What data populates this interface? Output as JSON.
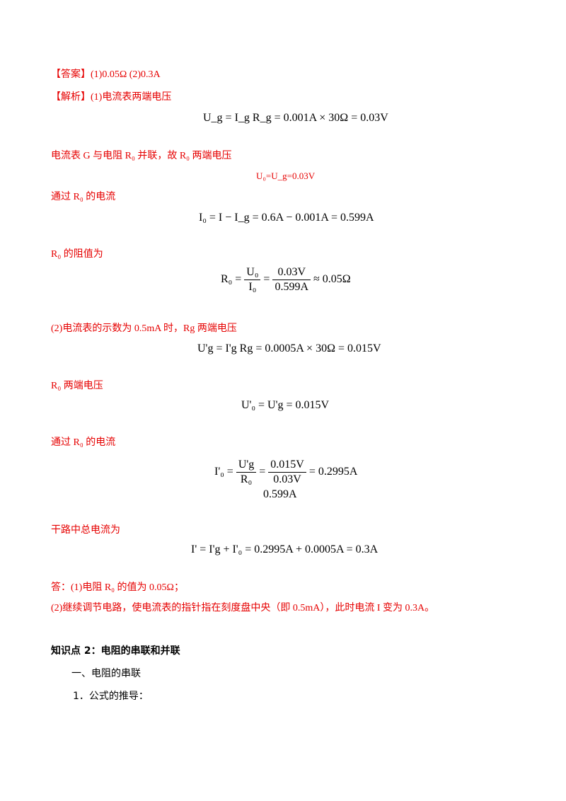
{
  "answer_line": "【答案】(1)0.05Ω (2)0.3A",
  "analysis_line": "【解析】(1)电流表两端电压",
  "eq1": "U_g = I_g R_g = 0.001A × 30Ω = 0.03V",
  "text2": "电流表 G 与电阻 R₀ 并联，故 R₀ 两端电压",
  "eq2": "U₀=U_g=0.03V",
  "text3": "通过 R₀ 的电流",
  "eq3": "I₀ = I − I_g = 0.6A − 0.001A = 0.599A",
  "text4": "R₀ 的阻值为",
  "eq4_lhs": "R₀ =",
  "eq4_num": "U₀",
  "eq4_den": "I₀",
  "eq4_num2": "0.03V",
  "eq4_den2": "0.599A",
  "eq4_rhs": "≈ 0.05Ω",
  "text5": "(2)电流表的示数为 0.5mA 时，Rg 两端电压",
  "eq5": "U'g = I'g Rg = 0.0005A × 30Ω = 0.015V",
  "text6": "R₀ 两端电压",
  "eq6": "U'₀ = U'g = 0.015V",
  "text7": "通过 R₀ 的电流",
  "eq7_lhs": "I'₀ =",
  "eq7_num": "U'g",
  "eq7_den": "R₀",
  "eq7_num2": "0.015V",
  "eq7_den2": "0.03V",
  "eq7_rhs": "= 0.2995A",
  "eq7_extra": "0.599A",
  "text8": "干路中总电流为",
  "eq8": "I' = I'g + I'₀ = 0.2995A + 0.0005A = 0.3A",
  "text9": "答：(1)电阻 R₀ 的值为 0.05Ω；",
  "text10": "(2)继续调节电路，使电流表的指针指在刻度盘中央（即 0.5mA），此时电流 I 变为 0.3A。",
  "heading": "知识点 2：电阻的串联和并联",
  "sub1": "一、电阻的串联",
  "sub2": "1．公式的推导："
}
